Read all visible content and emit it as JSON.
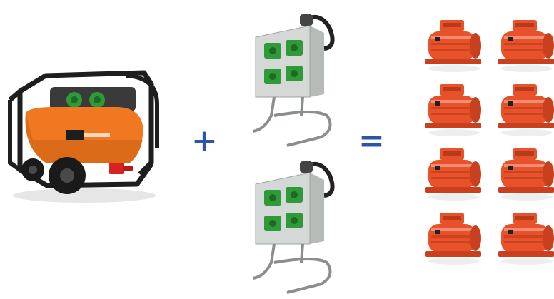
{
  "equation": {
    "plus": "+",
    "equals": "="
  },
  "colors": {
    "orange": "#f07820",
    "dark_orange": "#c45a12",
    "motor_red": "#e8522a",
    "box_gray": "#d4d8d6",
    "socket_green": "#2e9a38",
    "operator_blue": "#2b55a8",
    "frame_black": "#1e1e1e"
  },
  "items": {
    "generator": "generator-icon",
    "distribution_box": "distribution-box-icon",
    "vibrator_motor": "vibrator-motor-icon"
  },
  "quantities": {
    "generators": 1,
    "distribution_boxes": 2,
    "vibrator_motors": 8
  }
}
